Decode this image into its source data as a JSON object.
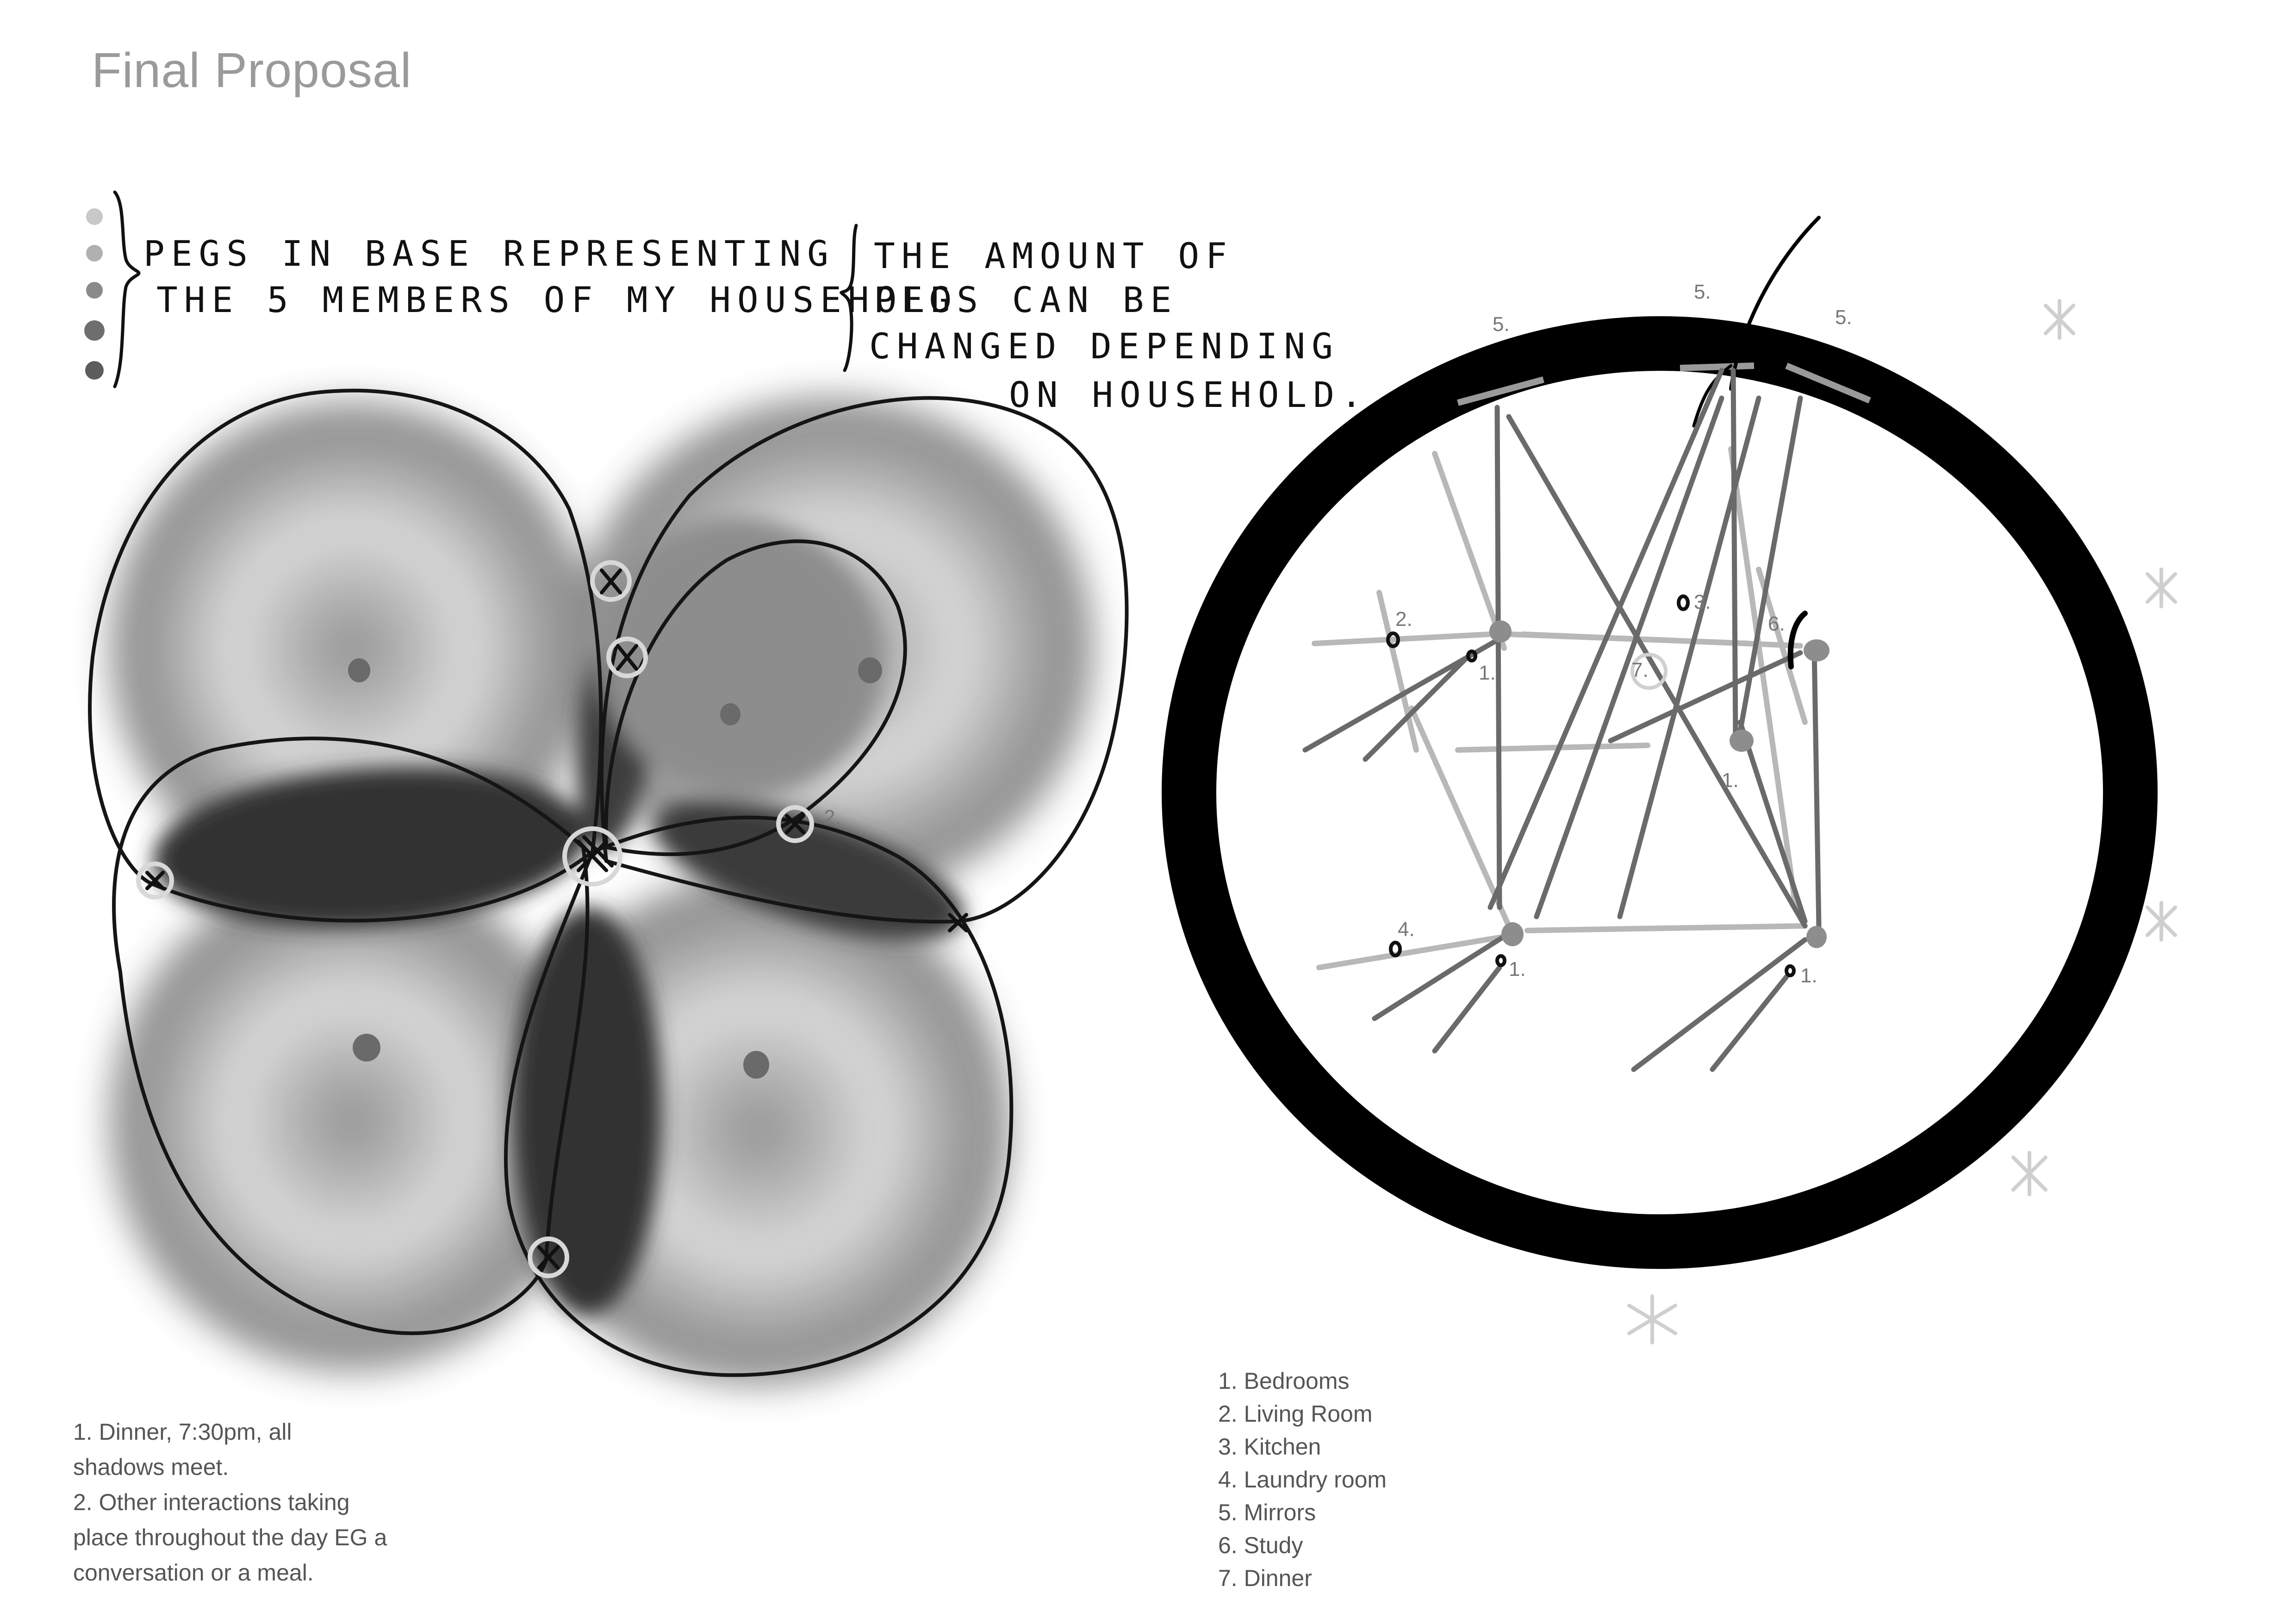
{
  "title": "Final Proposal",
  "handwritten": {
    "pegs_line1": "PEGS IN BASE REPRESENTING",
    "pegs_line2": "THE 5 MEMBERS OF MY HOUSEHOLD",
    "amount_line1": "THE AMOUNT OF",
    "amount_line2": "PEGS CAN BE",
    "amount_line3": "CHANGED DEPENDING",
    "amount_line4": "ON HOUSEHOLD."
  },
  "left_diagram": {
    "marker_label": "2."
  },
  "notes": {
    "line1": "1. Dinner, 7:30pm, all",
    "line2": "shadows meet.",
    "line3": "2. Other interactions taking",
    "line4": "place throughout the day EG a",
    "line5": "conversation or a meal."
  },
  "plan_labels": {
    "mirror_a": "5.",
    "mirror_b": "5.",
    "mirror_c": "5.",
    "living": "2.",
    "bedroom_a": "1.",
    "kitchen": "3.",
    "study": "6.",
    "dinner": "7.",
    "bedroom_b": "1.",
    "laundry": "4.",
    "bedroom_c": "1.",
    "bedroom_d": "1."
  },
  "legend": [
    "1. Bedrooms",
    "2. Living Room",
    "3. Kitchen",
    "4. Laundry room",
    "5. Mirrors",
    "6. Study",
    "7. Dinner"
  ]
}
